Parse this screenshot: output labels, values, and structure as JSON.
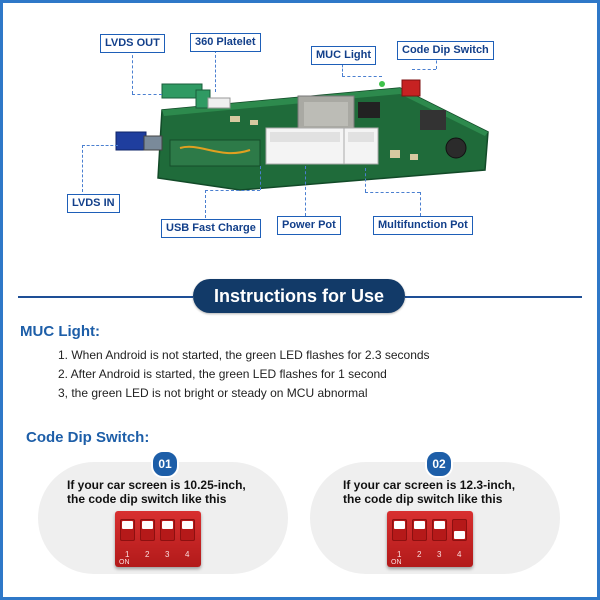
{
  "board_labels": {
    "lvds_out": "LVDS OUT",
    "platelet": "360 Platelet",
    "muc_light": "MUC Light",
    "code_dip_switch": "Code Dip Switch",
    "lvds_in": "LVDS IN",
    "usb_fast_charge": "USB Fast Charge",
    "power_pot": "Power Pot",
    "multifunction_pot": "Multifunction Pot"
  },
  "instructions_title": "Instructions for Use",
  "muc_section": {
    "title": "MUC Light:",
    "lines": [
      "1. When Android is not started, the green LED flashes for 2.3 seconds",
      "2. After Android is started, the green LED flashes for 1 second",
      "3, the green LED is not bright or steady on MCU abnormal"
    ]
  },
  "dip_section": {
    "title": "Code Dip Switch:",
    "cards": [
      {
        "badge": "01",
        "line1": "If your car screen is 10.25-inch,",
        "line2": "the code dip switch like this"
      },
      {
        "badge": "02",
        "line1": "If your car screen is 12.3-inch,",
        "line2": "the code dip switch like this"
      }
    ],
    "switch_numbers": [
      "1",
      "2",
      "3",
      "4"
    ],
    "on_label": "ON"
  },
  "colors": {
    "accent_blue": "#1d5ea8",
    "pill_navy": "#123a68",
    "pcb_green": "#1f6b3a",
    "dip_red": "#c62222"
  }
}
